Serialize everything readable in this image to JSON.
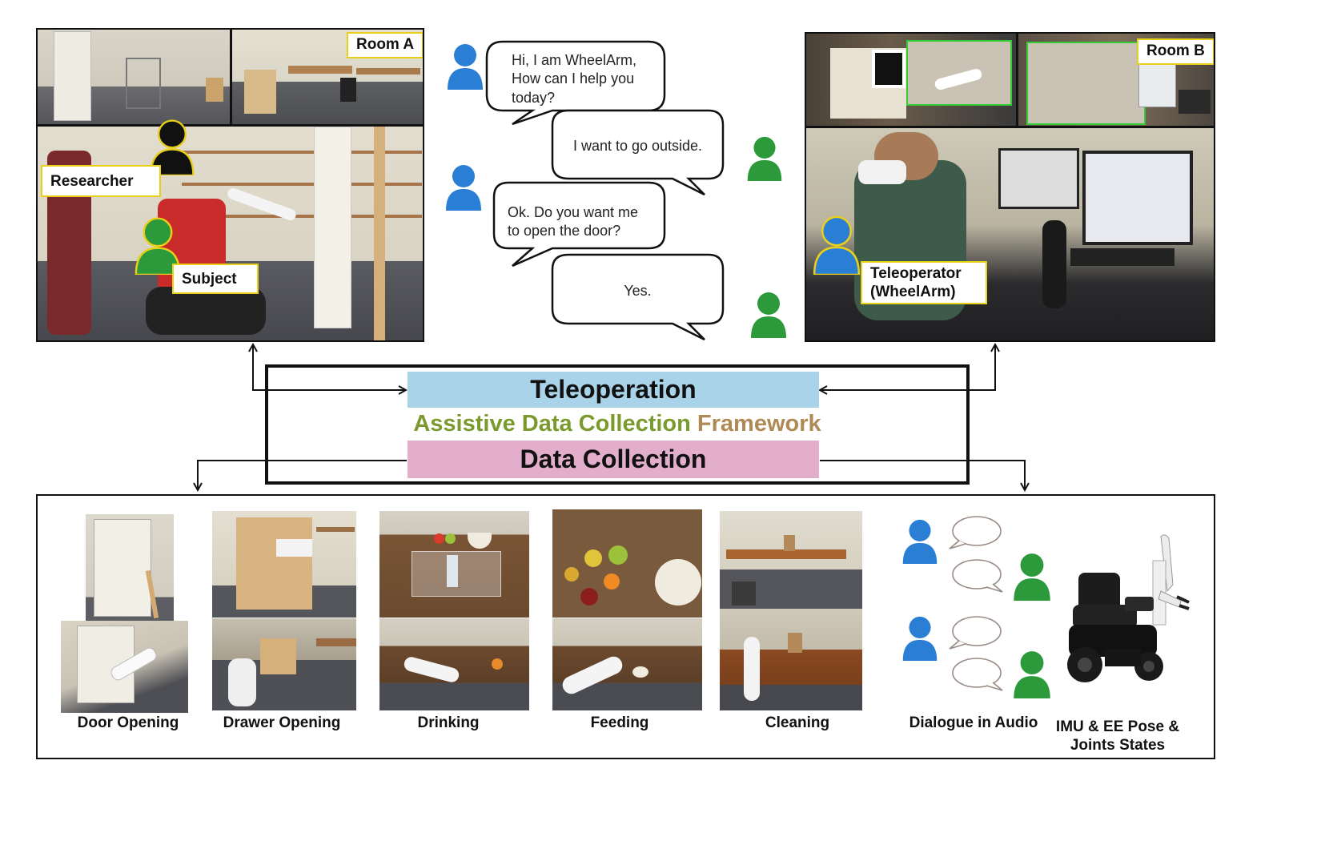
{
  "top_left": {
    "room_label": "Room A",
    "researcher_label": "Researcher",
    "subject_label": "Subject"
  },
  "dialogue": {
    "msg1": [
      "Hi, I am WheelArm,",
      "How can I help you",
      "today?"
    ],
    "msg2": "I want to go outside.",
    "msg3": [
      "Ok. Do you want me",
      "to open the door?"
    ],
    "msg4": "Yes."
  },
  "top_right": {
    "room_label": "Room B",
    "teleoperator_label": [
      "Teleoperator",
      "(WheelArm)"
    ]
  },
  "framework": {
    "teleoperation": "Teleoperation",
    "title_part1": "Assistive Data Collection ",
    "title_part2": "Framework",
    "data_collection": "Data Collection"
  },
  "tasks": [
    {
      "label": "Door Opening"
    },
    {
      "label": "Drawer Opening"
    },
    {
      "label": "Drinking"
    },
    {
      "label": "Feeding"
    },
    {
      "label": "Cleaning"
    }
  ],
  "extras": {
    "dialogue_label": "Dialogue in Audio",
    "imu_label": [
      "IMU & EE Pose &",
      "Joints States"
    ]
  },
  "colors": {
    "user_blue": "#2a7fd4",
    "user_green": "#2c9a3a",
    "user_black": "#111111",
    "label_border": "#e8cf1a",
    "teleop_bar": "#a9d3e8",
    "data_bar": "#e2aecb",
    "title_green": "#7a9a2e",
    "title_brown": "#b08a55"
  }
}
